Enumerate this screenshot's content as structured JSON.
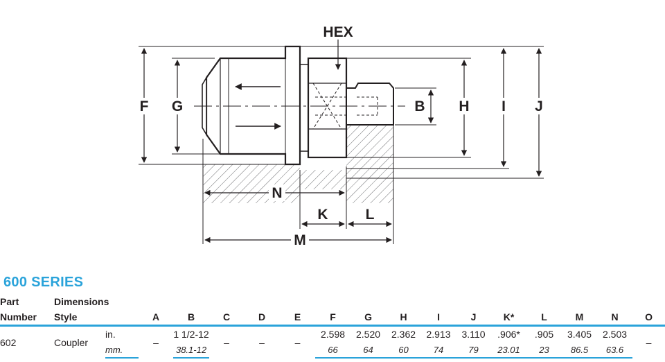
{
  "diagram": {
    "labels": {
      "hex": "HEX",
      "f": "F",
      "g": "G",
      "b": "B",
      "h": "H",
      "i": "I",
      "j": "J",
      "n": "N",
      "k": "K",
      "l": "L",
      "m": "M"
    }
  },
  "series": {
    "title": "600 SERIES"
  },
  "table": {
    "head1": {
      "part": "Part",
      "dimensions": "Dimensions"
    },
    "head2": {
      "number": "Number",
      "style": "Style",
      "cols": [
        "A",
        "B",
        "C",
        "D",
        "E",
        "F",
        "G",
        "H",
        "I",
        "J",
        "K*",
        "L",
        "M",
        "N",
        "O"
      ]
    },
    "row": {
      "part_number": "602",
      "style": "Coupler",
      "unit_in": "in.",
      "unit_mm": "mm.",
      "in": [
        "–",
        "1 1/2-12",
        "–",
        "–",
        "–",
        "2.598",
        "2.520",
        "2.362",
        "2.913",
        "3.110",
        ".906*",
        ".905",
        "3.405",
        "2.503",
        "–"
      ],
      "mm": [
        "",
        "38.1-12",
        "",
        "",
        "",
        "66",
        "64",
        "60",
        "74",
        "79",
        "23.01",
        "23",
        "86.5",
        "63.6",
        ""
      ]
    }
  }
}
